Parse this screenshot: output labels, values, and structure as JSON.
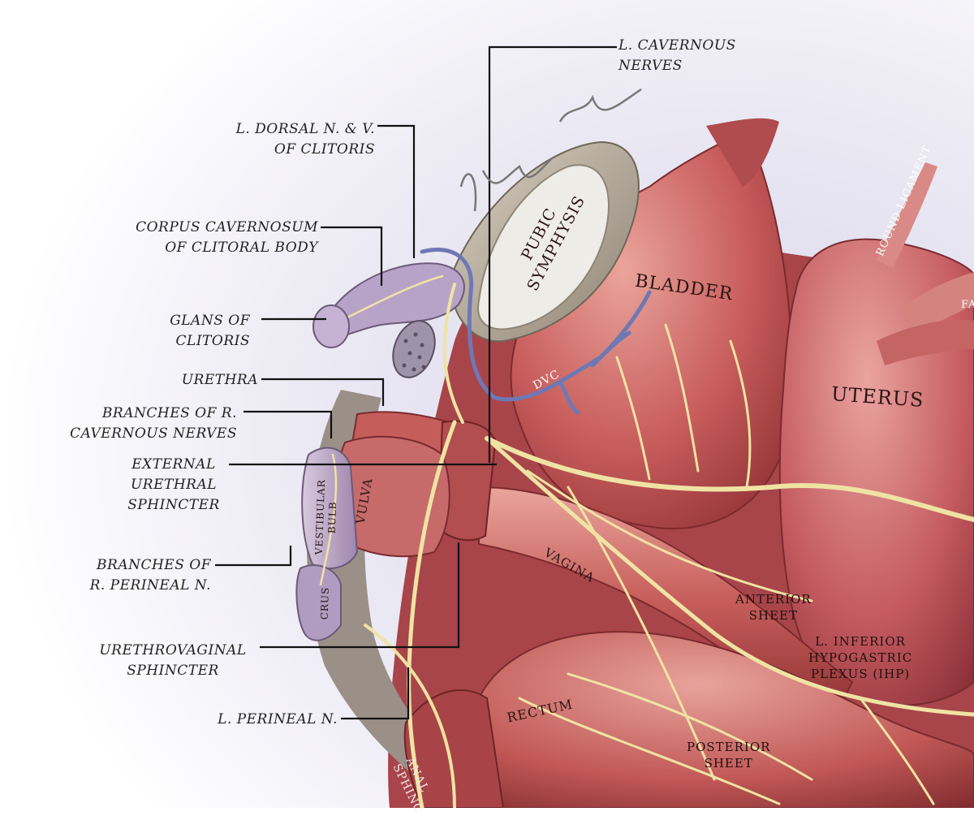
{
  "callouts": {
    "cavernous_nerves": [
      "L. CAVERNOUS",
      "NERVES"
    ],
    "dorsal_nerve": [
      "L. DORSAL N. & V.",
      "OF CLITORIS"
    ],
    "corpus_cavernosum": [
      "CORPUS CAVERNOSUM",
      "OF CLITORAL BODY"
    ],
    "glans": [
      "GLANS OF",
      "CLITORIS"
    ],
    "urethra": [
      "URETHRA"
    ],
    "r_cavernous_branches": [
      "BRANCHES OF R.",
      "CAVERNOUS NERVES"
    ],
    "external_sphincter": [
      "EXTERNAL",
      "URETHRAL",
      "SPHINCTER"
    ],
    "r_perineal_branches": [
      "BRANCHES OF",
      "R. PERINEAL N."
    ],
    "urethrovaginal_sphincter": [
      "URETHROVAGINAL",
      "SPHINCTER"
    ],
    "perineal_nerve": [
      "L. PERINEAL N."
    ]
  },
  "structures": {
    "pubic_symphysis": [
      "PUBIC",
      "SYMPHYSIS"
    ],
    "bladder": "BLADDER",
    "uterus": "UTERUS",
    "round_ligament": "ROUND LIGAMENT",
    "fallopian": "FA",
    "dvc": "DVC",
    "vestibular_bulb": [
      "VESTIBULAR",
      "BULB"
    ],
    "vulva": "VULVA",
    "crus": "CRUS",
    "vagina": "VAGINA",
    "anterior_sheet": [
      "ANTERIOR",
      "SHEET"
    ],
    "ihp": [
      "L. INFERIOR",
      "HYPOGASTRIC",
      "PLEXUS (IHP)"
    ],
    "rectum": "RECTUM",
    "posterior_sheet": [
      "POSTERIOR",
      "SHEET"
    ],
    "anal_sphincter": [
      "ANAL",
      "SPHINC"
    ]
  },
  "colors": {
    "muscle": "#c85a5a",
    "muscle_dark": "#8e2f33",
    "muscle_light": "#e9a39c",
    "nerve": "#efe3a4",
    "vein": "#6f78b4",
    "bone": "#b9ac99",
    "bulb": "#b8a3c4",
    "leader": "#111111"
  }
}
